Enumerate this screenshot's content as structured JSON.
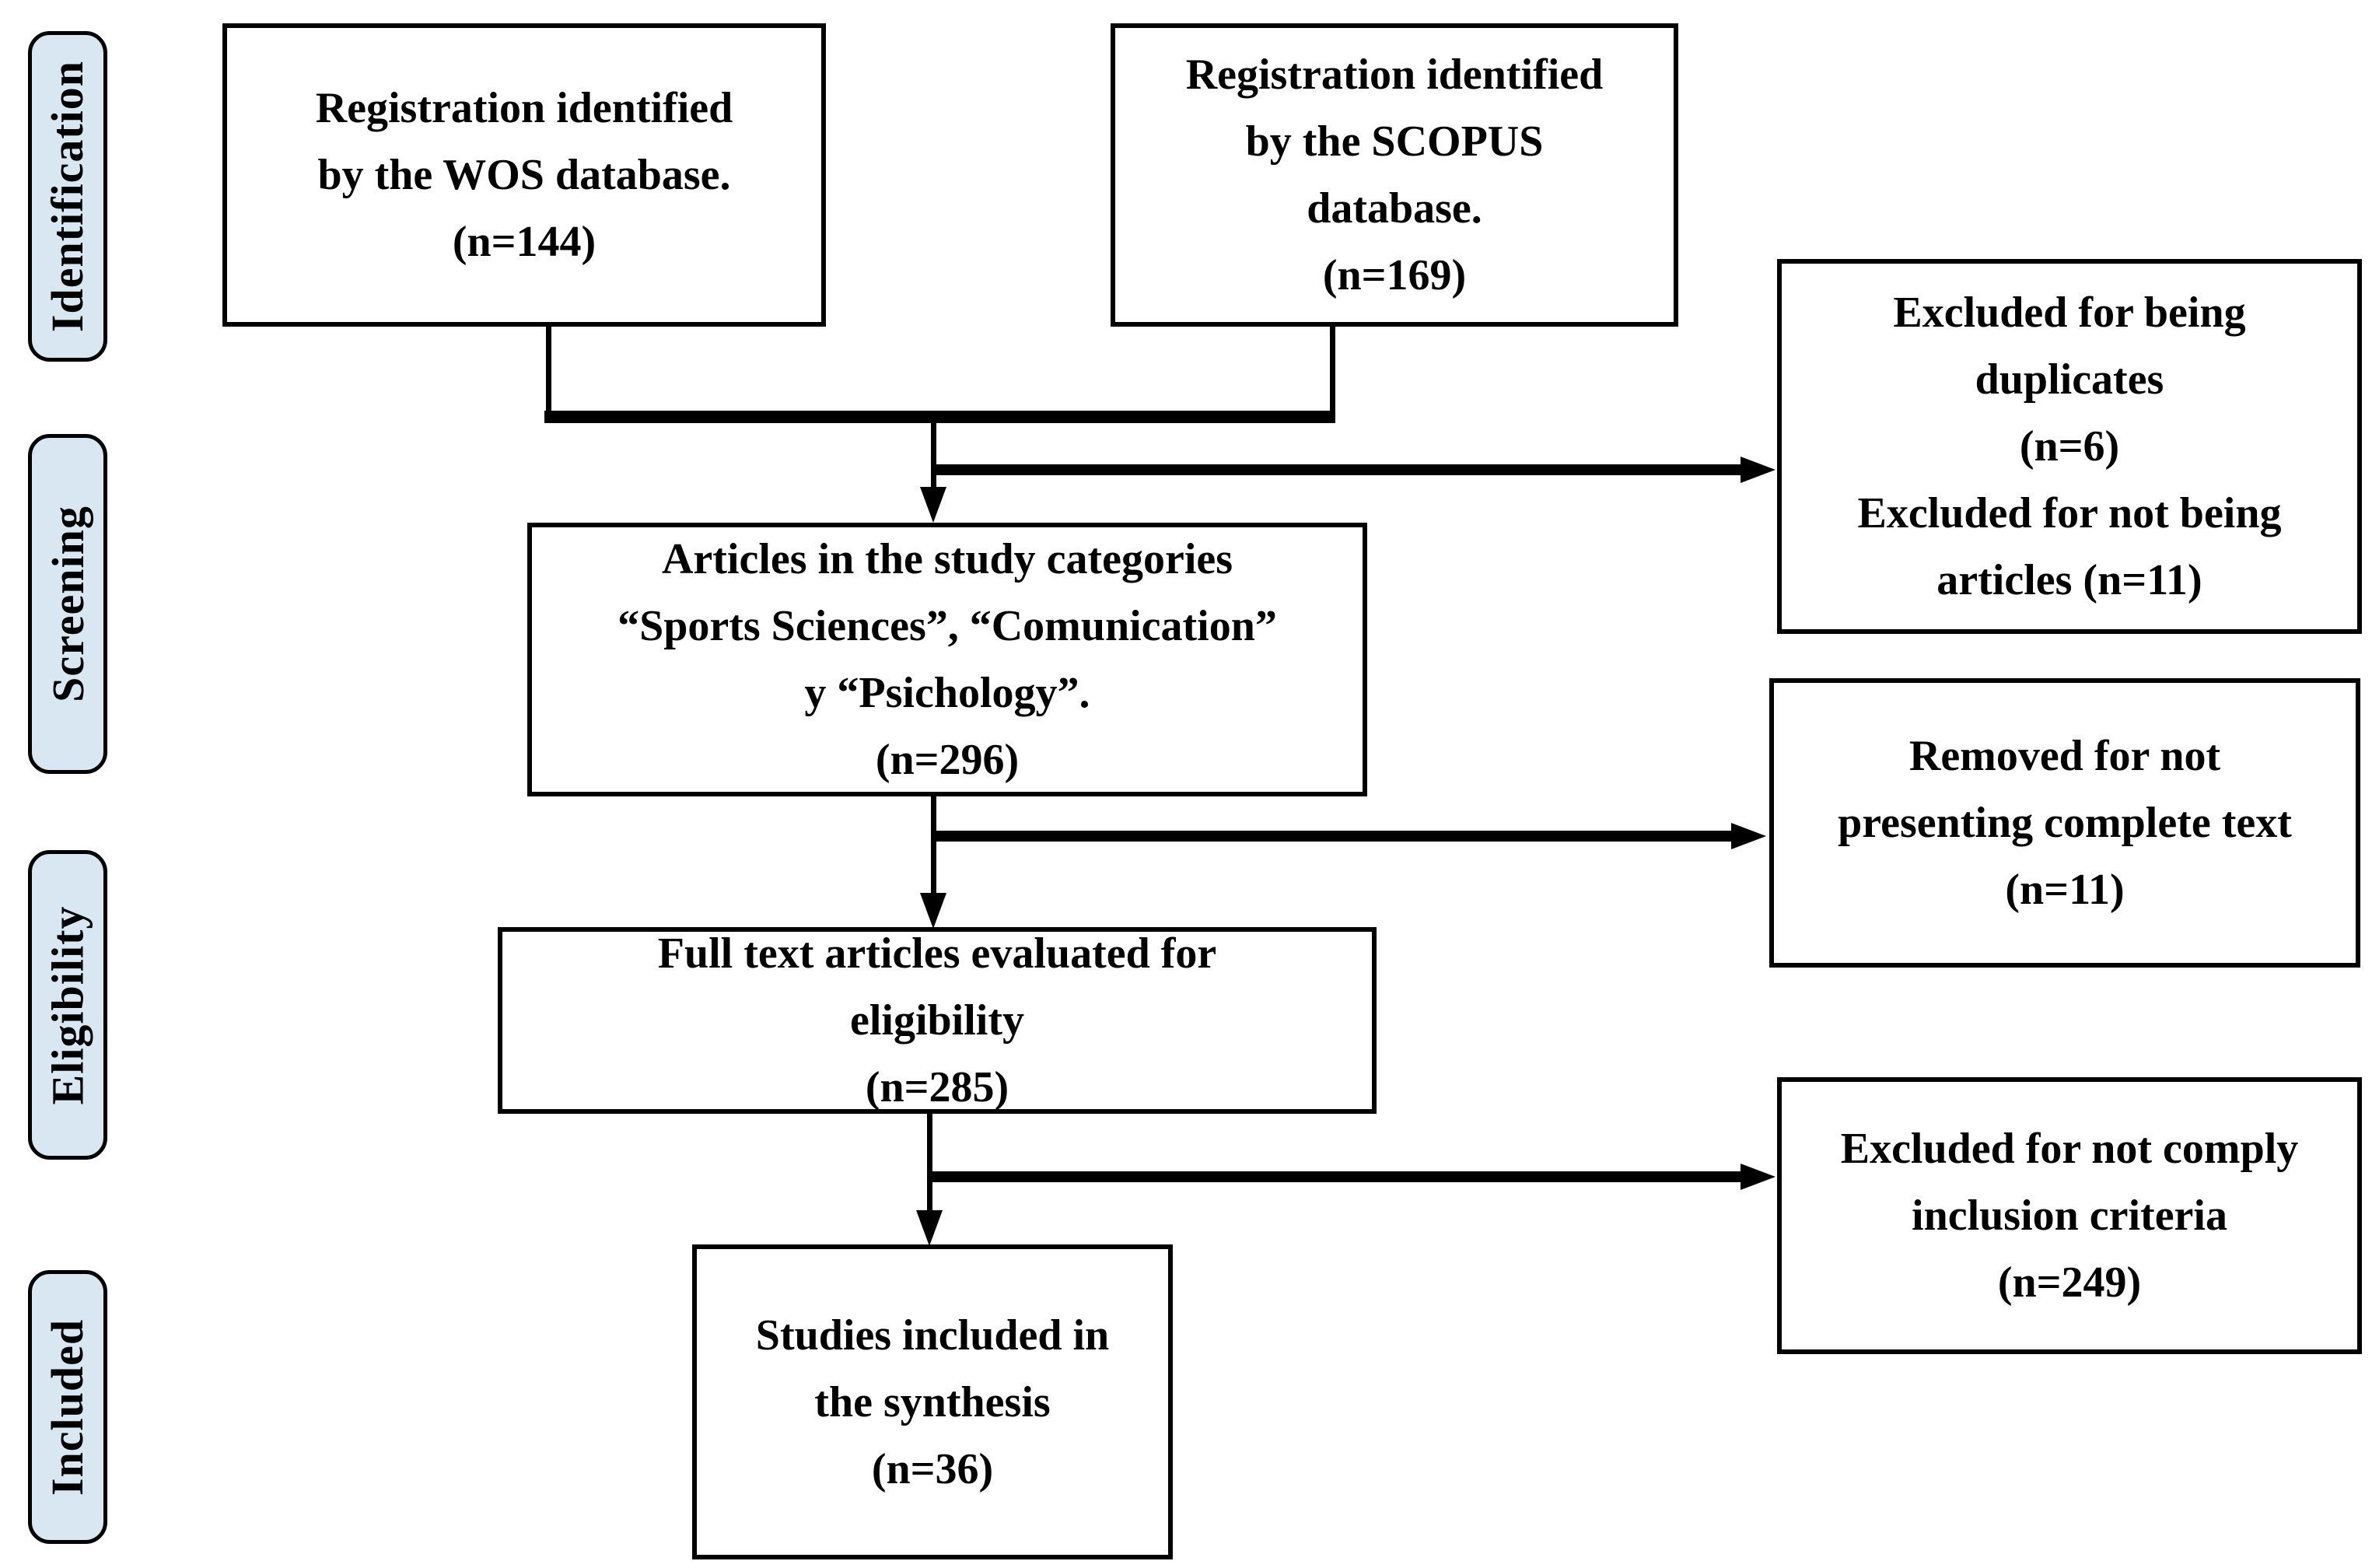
{
  "colors": {
    "background": "#ffffff",
    "box_fill": "#ffffff",
    "box_border": "#000000",
    "stage_label_fill": "#d9e7f3",
    "text": "#000000"
  },
  "sidebar": {
    "items": [
      {
        "label": "Identification"
      },
      {
        "label": "Screening"
      },
      {
        "label": "Eligibility"
      },
      {
        "label": "Included"
      }
    ]
  },
  "flow": {
    "wos": {
      "text": "Registration identified\nby the WOS database.\n(n=144)"
    },
    "scopus": {
      "text": "Registration identified\nby the SCOPUS\ndatabase.\n(n=169)"
    },
    "articles": {
      "text": "Articles in the study categories\n“Sports Sciences”, “Comunication”\ny “Psichology”.\n(n=296)"
    },
    "fulltext": {
      "text": "Full text articles evaluated for\neligibility\n(n=285)"
    },
    "included": {
      "text": "Studies included in\nthe synthesis\n(n=36)"
    }
  },
  "exclusions": {
    "duplicates": {
      "text": "Excluded for being\nduplicates\n(n=6)\nExcluded for not being\narticles (n=11)"
    },
    "no_full_text": {
      "text": "Removed for not\npresenting complete text\n(n=11)"
    },
    "criteria": {
      "text": "Excluded for not comply\ninclusion criteria\n(n=249)"
    }
  }
}
